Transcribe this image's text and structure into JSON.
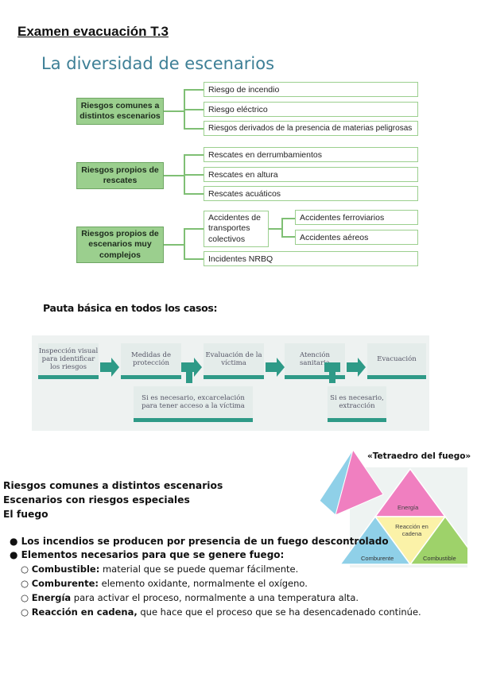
{
  "doc_title": "Examen evacuación T.3",
  "section_title": "La diversidad de escenarios",
  "diagram": {
    "cat1": "Riesgos comunes a distintos escenarios",
    "cat1_items": [
      "Riesgo de incendio",
      "Riesgo eléctrico",
      "Riesgos derivados de la presencia de materias peligrosas"
    ],
    "cat2": "Riesgos propios de rescates",
    "cat2_items": [
      "Rescates en derrumbamientos",
      "Rescates en altura",
      "Rescates acuáticos"
    ],
    "cat3": "Riesgos propios de escenarios muy complejos",
    "cat3_sub": "Accidentes de transportes colectivos",
    "cat3_sub_items": [
      "Accidentes ferroviarios",
      "Accidentes aéreos"
    ],
    "cat3_last": "Incidentes NRBQ"
  },
  "pauta": {
    "title": "Pauta básica en todos los casos:",
    "steps": [
      "Inspección visual para identificar los riesgos",
      "Medidas de protección",
      "Evaluación de la víctima",
      "Atención sanitaria",
      "Evacuación"
    ],
    "sub1": "Si es necesario, excarcelación para tener acceso a la víctima",
    "sub2": "Si es necesario, extracción"
  },
  "tetraedro": {
    "title": "«Tetraedro del fuego»",
    "energia": "Energía",
    "reaccion": "Reacción en cadena",
    "comburente": "Comburente",
    "combustible": "Combustible"
  },
  "headings": [
    "Riesgos comunes a distintos escenarios",
    "Escenarios con riesgos especiales",
    "El fuego"
  ],
  "bullets": [
    "Los incendios se producen por presencia de un fuego descontrolado",
    "Elementos necesarios para que se genere fuego:"
  ],
  "subitems": [
    {
      "term": "Combustible:",
      "text": " material que se puede quemar fácilmente."
    },
    {
      "term": "Comburente:",
      "text": " elemento oxidante, normalmente el oxígeno."
    },
    {
      "term": "Energía",
      "text": " para activar el proceso, normalmente a una temperatura alta."
    },
    {
      "term": "Reacción en cadena,",
      "text": " que hace que el proceso que se ha desencadenado continúe."
    }
  ],
  "colors": {
    "green": "#9bcf8e",
    "teal": "#2e9a87",
    "title_blue": "#3d7f96"
  }
}
